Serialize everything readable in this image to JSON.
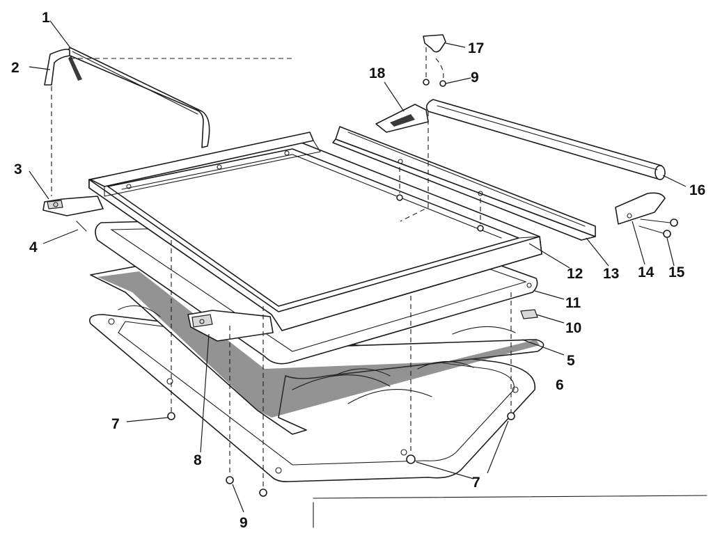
{
  "callouts": [
    {
      "id": "c1",
      "text": "1"
    },
    {
      "id": "c2",
      "text": "2"
    },
    {
      "id": "c3",
      "text": "3"
    },
    {
      "id": "c4",
      "text": "4"
    },
    {
      "id": "c5",
      "text": "5"
    },
    {
      "id": "c6",
      "text": "6"
    },
    {
      "id": "c7a",
      "text": "7"
    },
    {
      "id": "c7b",
      "text": "7"
    },
    {
      "id": "c8",
      "text": "8"
    },
    {
      "id": "c9a",
      "text": "9"
    },
    {
      "id": "c9b",
      "text": "9"
    },
    {
      "id": "c10",
      "text": "10"
    },
    {
      "id": "c11",
      "text": "11"
    },
    {
      "id": "c12",
      "text": "12"
    },
    {
      "id": "c13",
      "text": "13"
    },
    {
      "id": "c14",
      "text": "14"
    },
    {
      "id": "c15",
      "text": "15"
    },
    {
      "id": "c16",
      "text": "16"
    },
    {
      "id": "c17",
      "text": "17"
    },
    {
      "id": "c18",
      "text": "18"
    }
  ]
}
